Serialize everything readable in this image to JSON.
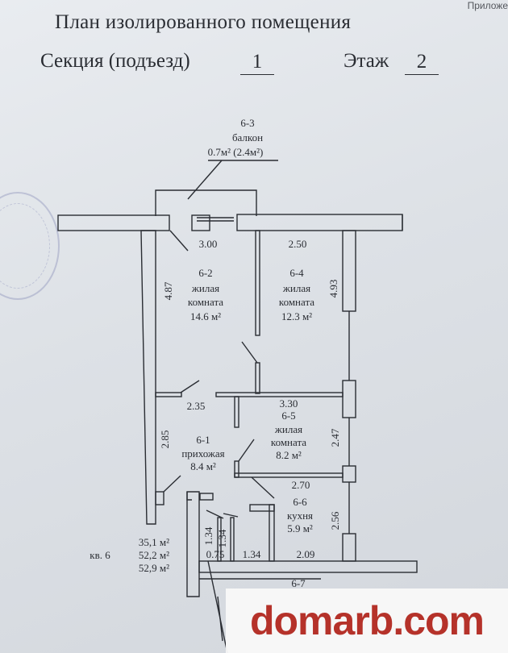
{
  "corner_note": "Приложе",
  "title": "План изолированного помещения",
  "section": {
    "label": "Секция (подъезд)",
    "value": "1"
  },
  "floor": {
    "label": "Этаж",
    "value": "2"
  },
  "rooms": {
    "balcony": {
      "code": "6-3",
      "name": "балкон",
      "area": "0.7м² (2.4м²)"
    },
    "room_62": {
      "code": "6-2",
      "name1": "жилая",
      "name2": "комната",
      "area": "14.6 м²"
    },
    "room_64": {
      "code": "6-4",
      "name1": "жилая",
      "name2": "комната",
      "area": "12.3 м²"
    },
    "room_65": {
      "code": "6-5",
      "name1": "жилая",
      "name2": "комната",
      "area": "8.2 м²"
    },
    "hall": {
      "code": "6-1",
      "name": "прихожая",
      "area": "8.4 м²"
    },
    "kitchen": {
      "code": "6-6",
      "name": "кухня",
      "area": "5.9 м²"
    },
    "stair": {
      "code": "6-7"
    }
  },
  "dimensions": {
    "d_300": "3.00",
    "d_250": "2.50",
    "d_487": "4.87",
    "d_493": "4.93",
    "d_235": "2.35",
    "d_330": "3.30",
    "d_285": "2.85",
    "d_247": "2.47",
    "d_270": "2.70",
    "d_256": "2.56",
    "d_134a": "1.34",
    "d_134b": "1.34",
    "d_075": "0.75",
    "d_134c": "1.34",
    "d_209": "2.09"
  },
  "apartment": {
    "label": "кв. 6",
    "area_living": "35,1 м²",
    "area_total": "52,2 м²",
    "area_with_balcony": "52,9 м²"
  },
  "watermark": "domarb.com"
}
